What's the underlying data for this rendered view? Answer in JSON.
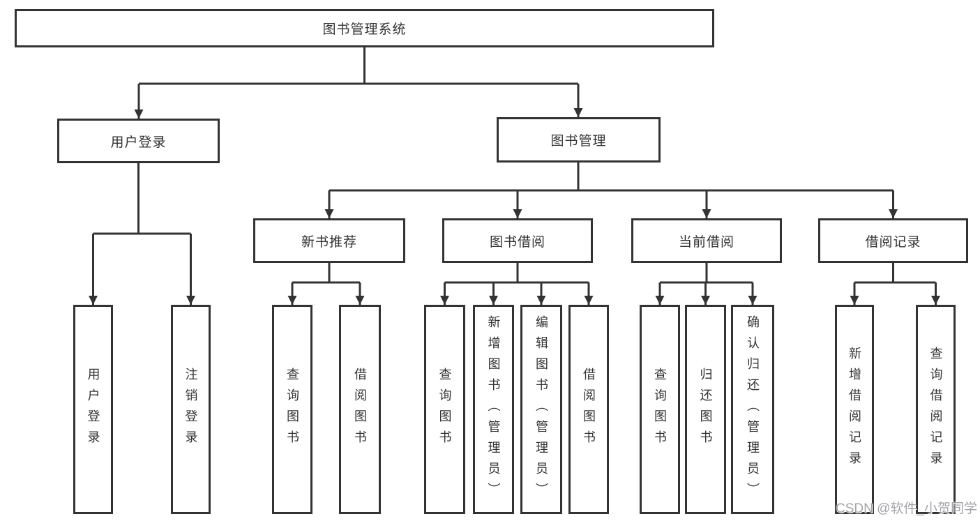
{
  "tree": {
    "root": "图书管理系统",
    "branches": [
      {
        "label": "用户登录",
        "children": [
          {
            "label": "用户登录"
          },
          {
            "label": "注销登录"
          }
        ]
      },
      {
        "label": "图书管理",
        "groups": [
          {
            "label": "新书推荐",
            "children": [
              {
                "label": "查询图书"
              },
              {
                "label": "借阅图书"
              }
            ]
          },
          {
            "label": "图书借阅",
            "children": [
              {
                "label": "查询图书"
              },
              {
                "label": "新增图书（管理员）"
              },
              {
                "label": "编辑图书（管理员）"
              },
              {
                "label": "借阅图书"
              }
            ]
          },
          {
            "label": "当前借阅",
            "children": [
              {
                "label": "查询图书"
              },
              {
                "label": "归还图书"
              },
              {
                "label": "确认归还（管理员）"
              }
            ]
          },
          {
            "label": "借阅记录",
            "children": [
              {
                "label": "新增借阅记录"
              },
              {
                "label": "查询借阅记录"
              }
            ]
          }
        ]
      }
    ]
  },
  "watermark": "CSDN @软件_小贺同学",
  "colors": {
    "line": "#333333",
    "box_border": "#333333",
    "text": "#333333",
    "watermark": "#a4a4a8",
    "background": "#ffffff"
  }
}
